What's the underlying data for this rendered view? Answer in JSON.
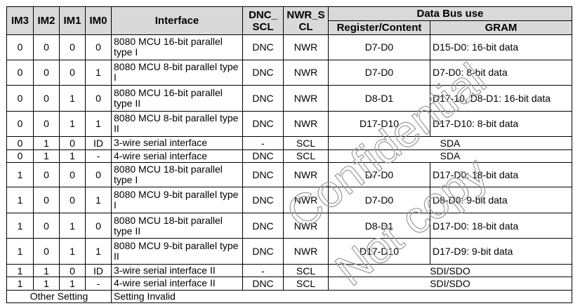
{
  "headers": {
    "im3": "IM3",
    "im2": "IM2",
    "im1": "IM1",
    "im0": "IM0",
    "interface": "Interface",
    "dnc_scl": "DNC_ SCL",
    "nwr_scl": "NWR_S CL",
    "data_bus_use": "Data Bus use",
    "register_content": "Register/Content",
    "gram": "GRAM"
  },
  "rows": [
    {
      "im3": "0",
      "im2": "0",
      "im1": "0",
      "im0": "0",
      "interface": "8080 MCU 16-bit parallel type I",
      "dnc": "DNC",
      "nwr": "NWR",
      "register": "D7-D0",
      "gram": "D15-D0: 16-bit data"
    },
    {
      "im3": "0",
      "im2": "0",
      "im1": "0",
      "im0": "1",
      "interface": "8080 MCU 8-bit parallel type I",
      "dnc": "DNC",
      "nwr": "NWR",
      "register": "D7-D0",
      "gram": "D7-D0: 8-bit data"
    },
    {
      "im3": "0",
      "im2": "0",
      "im1": "1",
      "im0": "0",
      "interface": "8080 MCU 16-bit parallel type II",
      "dnc": "DNC",
      "nwr": "NWR",
      "register": "D8-D1",
      "gram": "D17-10, D8-D1: 16-bit data"
    },
    {
      "im3": "0",
      "im2": "0",
      "im1": "1",
      "im0": "1",
      "interface": "8080 MCU 8-bit parallel type II",
      "dnc": "DNC",
      "nwr": "NWR",
      "register": "D17-D10",
      "gram": "D17-D10: 8-bit data"
    },
    {
      "im3": "0",
      "im2": "1",
      "im1": "0",
      "im0": "ID",
      "interface": "3-wire serial interface",
      "dnc": "-",
      "nwr": "SCL",
      "data_bus_span": "SDA"
    },
    {
      "im3": "0",
      "im2": "1",
      "im1": "1",
      "im0": "-",
      "interface": "4-wire serial interface",
      "dnc": "DNC",
      "nwr": "SCL",
      "data_bus_span": "SDA"
    },
    {
      "im3": "1",
      "im2": "0",
      "im1": "0",
      "im0": "0",
      "interface": "8080 MCU 18-bit parallel type I",
      "dnc": "DNC",
      "nwr": "NWR",
      "register": "D7-D0",
      "gram": "D17-D0: 18-bit data"
    },
    {
      "im3": "1",
      "im2": "0",
      "im1": "0",
      "im0": "1",
      "interface": "8080 MCU 9-bit parallel type I",
      "dnc": "DNC",
      "nwr": "NWR",
      "register": "D7-D0",
      "gram": "D8-D0: 9-bit data"
    },
    {
      "im3": "1",
      "im2": "0",
      "im1": "1",
      "im0": "0",
      "interface": "8080 MCU 18-bit parallel type II",
      "dnc": "DNC",
      "nwr": "NWR",
      "register": "D8-D1",
      "gram": "D17-D0: 18-bit data"
    },
    {
      "im3": "1",
      "im2": "0",
      "im1": "1",
      "im0": "1",
      "interface": "8080 MCU 9-bit parallel type II",
      "dnc": "DNC",
      "nwr": "NWR",
      "register": "D17-D10",
      "gram": "D17-D9: 9-bit data"
    },
    {
      "im3": "1",
      "im2": "1",
      "im1": "0",
      "im0": "ID",
      "interface": "3-wire serial interface II",
      "dnc": "-",
      "nwr": "SCL",
      "data_bus_span": "SDI/SDO"
    },
    {
      "im3": "1",
      "im2": "1",
      "im1": "1",
      "im0": "-",
      "interface": "4-wire serial interface II",
      "dnc": "DNC",
      "nwr": "SCL",
      "data_bus_span": "SDI/SDO"
    }
  ],
  "footer": {
    "other_setting": "Other Setting",
    "setting_invalid": "Setting Invalid"
  },
  "watermark": {
    "line1": "Confidential",
    "line2": "Not copy",
    "color": "#9a9a9a"
  }
}
